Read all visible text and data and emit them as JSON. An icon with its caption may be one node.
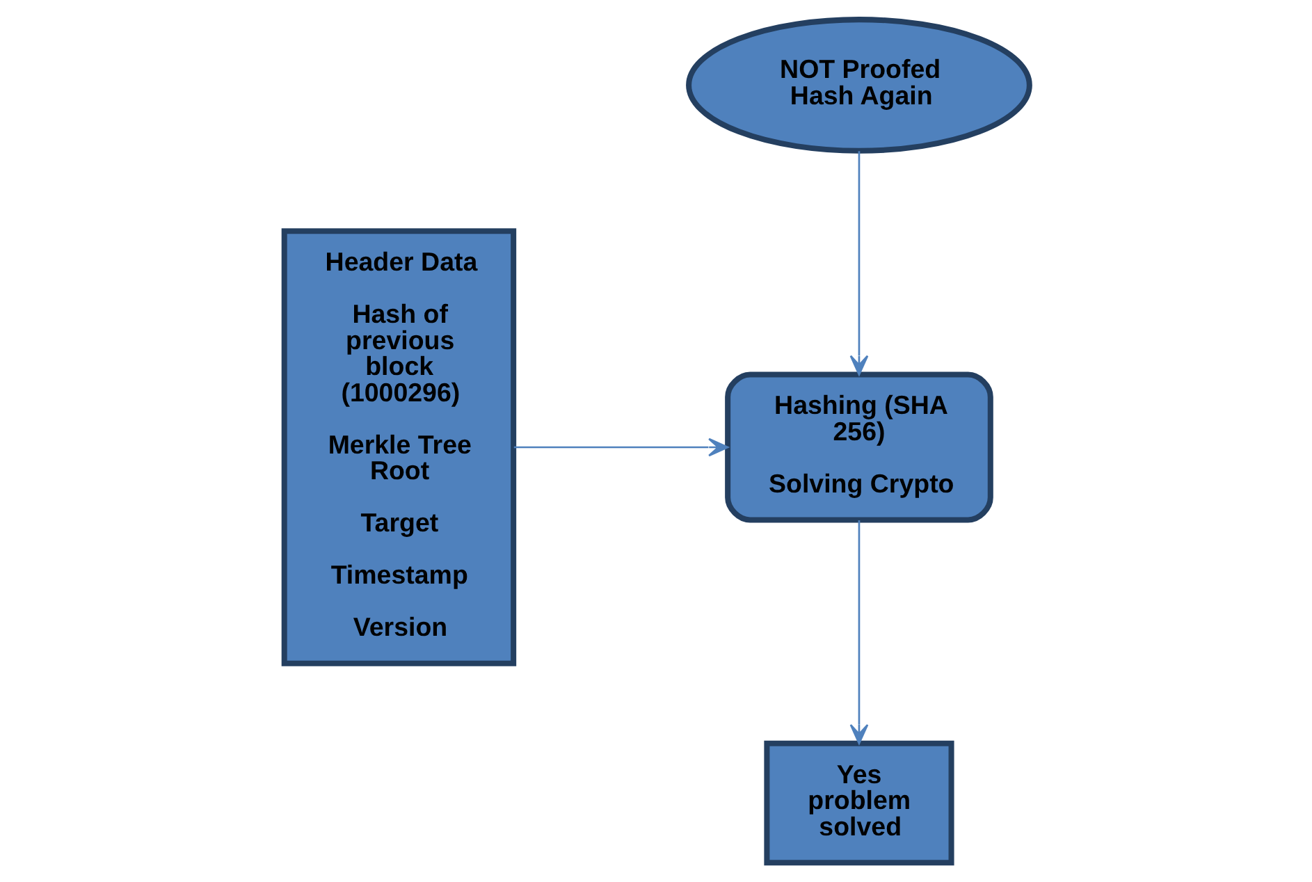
{
  "diagram": {
    "nodes": [
      {
        "text": [
          "Header Data",
          "Hash of previous block (1000296)",
          "Merkle Tree Root",
          "Target",
          "Timestamp",
          "Version"
        ]
      },
      {
        "text": [
          "NOT Proofed Hash Again"
        ]
      },
      {
        "text": [
          "Hashing (SHA 256)",
          "Solving Crypto"
        ]
      },
      {
        "text": [
          "Yes problem solved"
        ]
      }
    ],
    "edges": [
      {
        "from": 0,
        "to": 2,
        "arrow": "to"
      },
      {
        "from": 1,
        "to": 2,
        "arrow": "to"
      },
      {
        "from": 2,
        "to": 3,
        "arrow": "to"
      }
    ]
  }
}
